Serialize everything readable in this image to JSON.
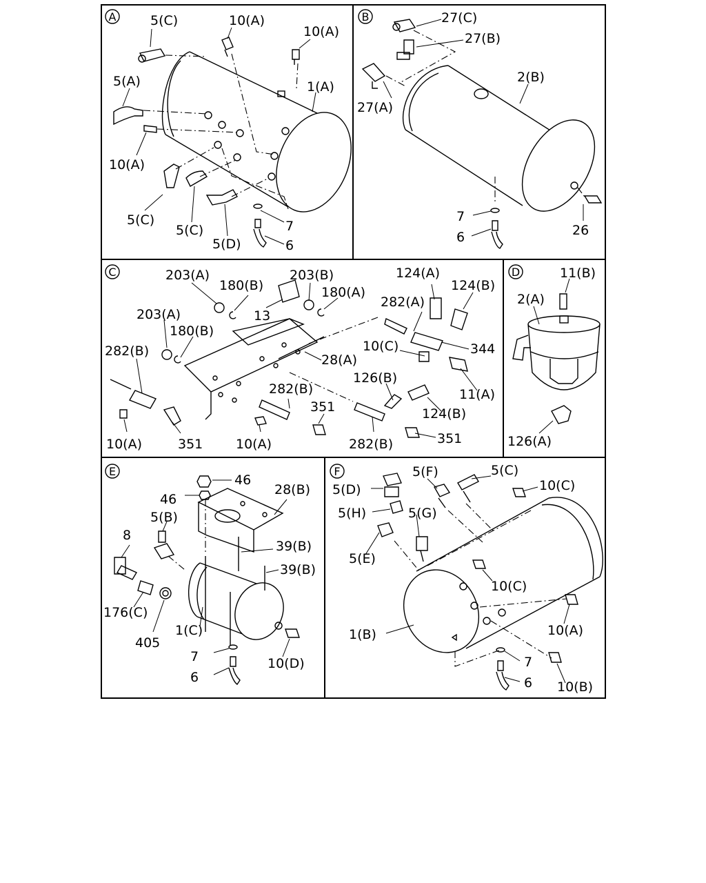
{
  "panels": {
    "A": {
      "badge": "A",
      "labels": [
        "5(C)",
        "10(A)",
        "10(A)",
        "5(A)",
        "1(A)",
        "10(A)",
        "5(C)",
        "5(C)",
        "5(D)",
        "7",
        "6"
      ]
    },
    "B": {
      "badge": "B",
      "labels": [
        "27(C)",
        "27(B)",
        "2(B)",
        "27(A)",
        "7",
        "6",
        "26"
      ]
    },
    "C": {
      "badge": "C",
      "labels": [
        "203(A)",
        "180(B)",
        "203(B)",
        "180(A)",
        "124(A)",
        "124(B)",
        "13",
        "282(A)",
        "203(A)",
        "180(B)",
        "344",
        "282(B)",
        "28(A)",
        "10(C)",
        "126(B)",
        "11(A)",
        "282(B)",
        "351",
        "124(B)",
        "10(A)",
        "351",
        "10(A)",
        "282(B)",
        "351"
      ]
    },
    "D": {
      "badge": "D",
      "labels": [
        "11(B)",
        "2(A)",
        "126(A)"
      ]
    },
    "E": {
      "badge": "E",
      "labels": [
        "46",
        "46",
        "28(B)",
        "5(B)",
        "8",
        "39(B)",
        "39(B)",
        "176(C)",
        "1(C)",
        "405",
        "7",
        "10(D)",
        "6"
      ]
    },
    "F": {
      "badge": "F",
      "labels": [
        "5(F)",
        "5(C)",
        "5(D)",
        "10(C)",
        "5(H)",
        "5(G)",
        "5(E)",
        "10(C)",
        "1(B)",
        "10(A)",
        "7",
        "6",
        "10(B)"
      ]
    }
  }
}
